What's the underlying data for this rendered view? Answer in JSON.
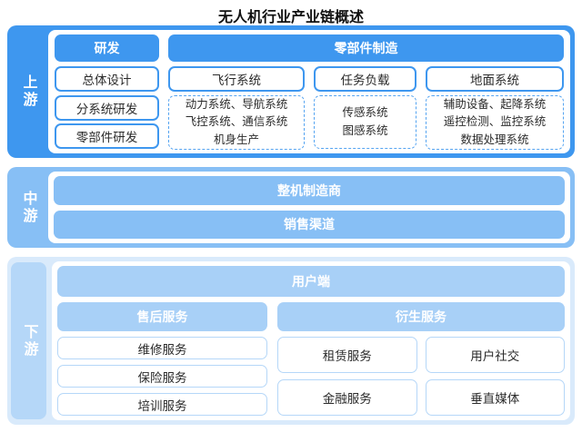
{
  "title": "无人机行业产业链概述",
  "colors": {
    "upstream_blue": "#3E97EF",
    "midstream_blue": "#87BFF5",
    "downstream_bg": "#D9EAFB",
    "downstream_label": "#B5D7F8",
    "downstream_bar": "#A8D0F7",
    "dashed_border": "#55A4F1",
    "text_dark": "#2b2b2b"
  },
  "upstream": {
    "label": "上游",
    "rnd": {
      "header": "研发",
      "items": [
        "总体设计",
        "分系统研发",
        "零部件研发"
      ]
    },
    "parts": {
      "header": "零部件制造",
      "columns": [
        {
          "header": "飞行系统",
          "lines": "动力系统、导航系统\n飞控系统、通信系统\n机身生产"
        },
        {
          "header": "任务负载",
          "lines": "传感系统\n图感系统"
        },
        {
          "header": "地面系统",
          "lines": "辅助设备、起降系统\n遥控检测、监控系统\n数据处理系统"
        }
      ]
    }
  },
  "midstream": {
    "label": "中游",
    "bars": [
      "整机制造商",
      "销售渠道"
    ]
  },
  "downstream": {
    "label": "下游",
    "user_bar": "用户端",
    "after_sales": {
      "header": "售后服务",
      "items": [
        "维修服务",
        "保险服务",
        "培训服务"
      ]
    },
    "derivative": {
      "header": "衍生服务",
      "items": [
        "租赁服务",
        "用户社交",
        "金融服务",
        "垂直媒体"
      ]
    }
  }
}
